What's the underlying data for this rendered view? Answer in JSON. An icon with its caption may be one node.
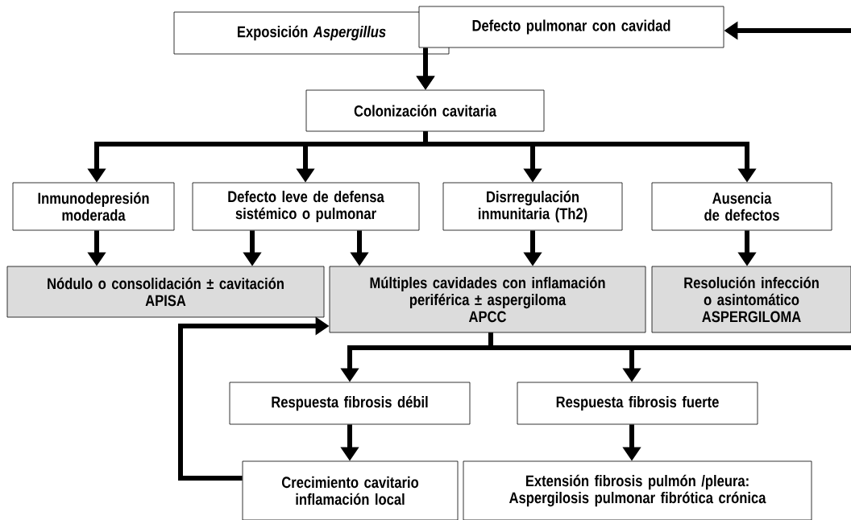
{
  "diagram": {
    "nodes": [
      {
        "text": [
          "Exposición *Aspergillus*"
        ]
      },
      {
        "text": [
          "Defecto pulmonar con cavidad"
        ]
      },
      {
        "text": [
          "Colonización cavitaria"
        ]
      },
      {
        "text": [
          "Inmunodepresión moderada"
        ]
      },
      {
        "text": [
          "Defecto leve de defensa sistémico o pulmonar"
        ]
      },
      {
        "text": [
          "Disrregulación inmunitaria (Th2)"
        ]
      },
      {
        "text": [
          "Ausencia de defectos"
        ]
      },
      {
        "text": [
          "Nódulo o consolidación ± cavitación",
          "APISA"
        ]
      },
      {
        "text": [
          "Múltiples cavidades con inflamación periférica ± aspergiloma",
          "APCC"
        ]
      },
      {
        "text": [
          "Resolución infección o asintomático",
          "ASPERGILOMA"
        ]
      },
      {
        "text": [
          "Respuesta fibrosis débil"
        ]
      },
      {
        "text": [
          "Respuesta fibrosis fuerte"
        ]
      },
      {
        "text": [
          "Crecimiento cavitario inflamación local"
        ]
      },
      {
        "text": [
          "Extensión fibrosis pulmón /pleura: Aspergilosis pulmonar fibrótica crónica"
        ]
      }
    ],
    "edges": [
      {
        "from": null,
        "to": 1,
        "arrow": "to"
      },
      {
        "from": 0,
        "to": 2,
        "arrow": "to"
      },
      {
        "from": 1,
        "to": 2,
        "arrow": "to"
      },
      {
        "from": 2,
        "to": 3,
        "arrow": "to"
      },
      {
        "from": 2,
        "to": 4,
        "arrow": "to"
      },
      {
        "from": 2,
        "to": 5,
        "arrow": "to"
      },
      {
        "from": 2,
        "to": 6,
        "arrow": "to"
      },
      {
        "from": 3,
        "to": 7,
        "arrow": "to"
      },
      {
        "from": 4,
        "to": 7,
        "arrow": "to"
      },
      {
        "from": 4,
        "to": 8,
        "arrow": "to"
      },
      {
        "from": 5,
        "to": 8,
        "arrow": "to"
      },
      {
        "from": 6,
        "to": 9,
        "arrow": "to"
      },
      {
        "from": 8,
        "to": 10,
        "arrow": "to"
      },
      {
        "from": 8,
        "to": 11,
        "arrow": "to"
      },
      {
        "from": 8,
        "to": null,
        "arrow": "none"
      },
      {
        "from": 10,
        "to": 12,
        "arrow": "to"
      },
      {
        "from": 11,
        "to": 13,
        "arrow": "to"
      },
      {
        "from": 12,
        "to": 8,
        "arrow": "to"
      }
    ]
  }
}
